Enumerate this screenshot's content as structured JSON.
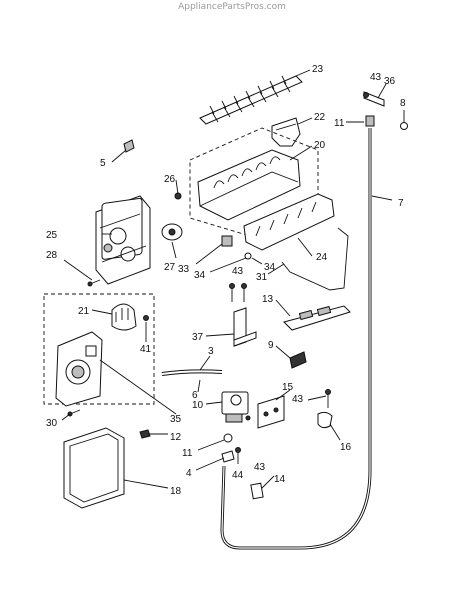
{
  "watermark": "AppliancePartsPros.com",
  "callouts": {
    "c1": "23",
    "c2": "43",
    "c3": "36",
    "c4": "8",
    "c5": "11",
    "c6": "22",
    "c7": "5",
    "c8": "20",
    "c9": "26",
    "c10": "7",
    "c11": "25",
    "c12": "28",
    "c13": "24",
    "c14": "27",
    "c15": "33",
    "c16": "34",
    "c17": "34",
    "c18": "43",
    "c19": "31",
    "c20": "13",
    "c21": "21",
    "c22": "41",
    "c23": "37",
    "c24": "9",
    "c25": "3",
    "c26": "6",
    "c27": "15",
    "c28": "43",
    "c29": "10",
    "c30": "35",
    "c31": "30",
    "c32": "12",
    "c33": "11",
    "c34": "16",
    "c35": "4",
    "c36": "44",
    "c37": "43",
    "c38": "14",
    "c39": "18"
  }
}
